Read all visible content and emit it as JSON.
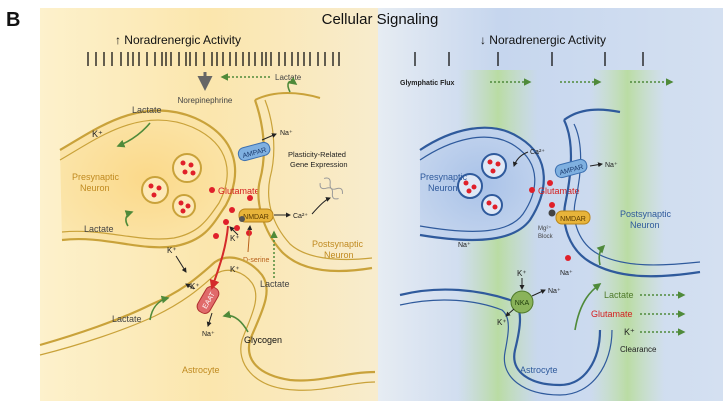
{
  "figure": {
    "panel_letter": "B",
    "title": "Cellular Signaling"
  },
  "left_panel": {
    "header": "↑ Noradrenergic Activity",
    "labels": {
      "lactate_top": "Lactate",
      "norepinephrine": "Norepinephrine",
      "potassium_1": "K⁺",
      "lactate_pre": "Lactate",
      "presynaptic_neuron": "Presynaptic\nNeuron",
      "lactate_left": "Lactate",
      "glutamate": "Glutamate",
      "ampar": "AMPAR",
      "na_ampar": "Na⁺",
      "plasticity": "Plasticity-Related\nGene Expression",
      "nmdar": "NMDAR",
      "ca_nmdar": "Ca²⁺",
      "k_cleft": "K⁺",
      "d_serine": "D-serine",
      "k_a": "K⁺",
      "k_b": "K⁺",
      "k_c": "K⁺",
      "eaat": "EAAT",
      "na_eaat": "Na⁺",
      "postsynaptic_neuron": "Postsynaptic\nNeuron",
      "lactate_bottom_right": "Lactate",
      "lactate_bottom_left": "Lactate",
      "glycogen": "Glycogen",
      "astrocyte": "Astrocyte"
    }
  },
  "right_panel": {
    "header": "↓ Noradrenergic Activity",
    "labels": {
      "glymphatic_flux": "Glymphatic Flux",
      "ca": "Ca²⁺",
      "ampar": "AMPAR",
      "na_ampar": "Na⁺",
      "presynaptic_neuron": "Presynaptic\nNeuron",
      "glutamate": "Glutamate",
      "nmdar": "NMDAR",
      "mg_block": "Mg²⁺\nBlock",
      "postsynaptic_neuron": "Postsynaptic\nNeuron",
      "na_a": "Na⁺",
      "na_b": "Na⁺",
      "k_nka": "K⁺",
      "nka": "NKA",
      "na_nka": "Na⁺",
      "k_nka_low": "K⁺",
      "astrocyte": "Astrocyte",
      "lactate": "Lactate",
      "glutamate_out": "Glutamate",
      "k_out": "K⁺",
      "clearance": "Clearance"
    }
  },
  "colors": {
    "warm_bg": "#fbe9b6",
    "cool_bg": "#c9d8ef",
    "flux_green": "#bfe0a8",
    "warm_membrane": "#c9a23a",
    "cool_membrane": "#2f5a9c",
    "glutamate_red": "#e0202a",
    "arrow_green": "#4f8a3a",
    "ampar_blue": "#7fb0e0",
    "nmdar_gold": "#e8b43a",
    "eaat_red": "#e06a6a",
    "nka_green": "#8ab35a"
  }
}
